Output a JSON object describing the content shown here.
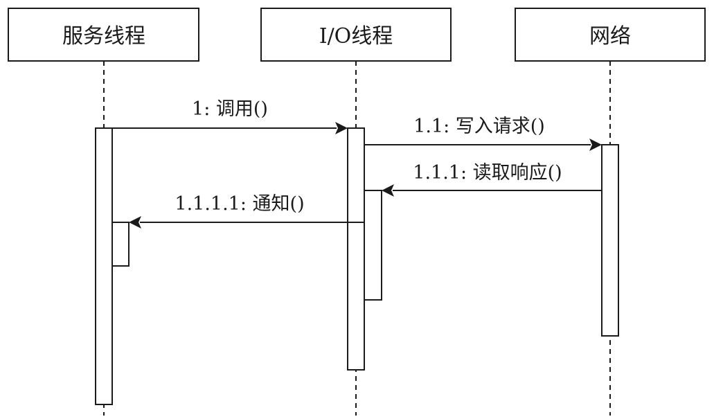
{
  "participants": [
    {
      "name": "服务线程"
    },
    {
      "name": "I/O线程"
    },
    {
      "name": "网络"
    }
  ],
  "messages": [
    {
      "label": "1: 调用()"
    },
    {
      "label": "1.1: 写入请求()"
    },
    {
      "label": "1.1.1: 读取响应()"
    },
    {
      "label": "1.1.1.1: 通知()"
    }
  ],
  "colors": {
    "stroke": "#1a1a1a",
    "background": "#ffffff"
  }
}
